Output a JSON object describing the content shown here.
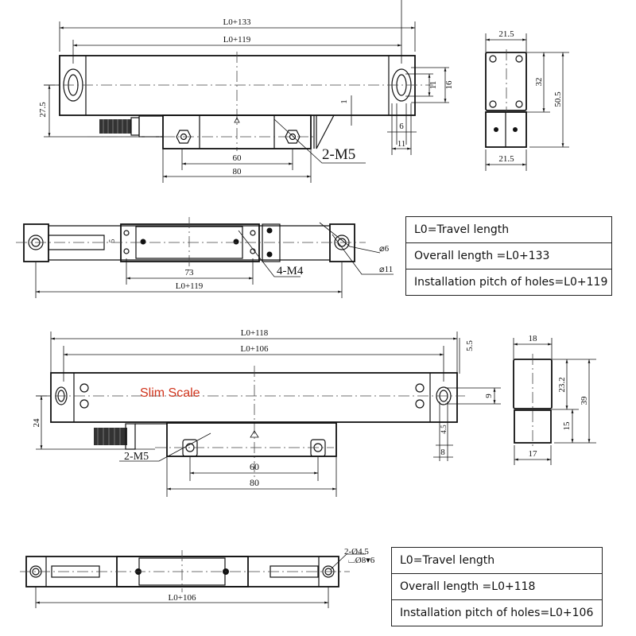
{
  "view1": {
    "overall_length": "L0+133",
    "pitch": "L0+119",
    "height_offset": "27.5",
    "gap": "1",
    "slot_inner": "11",
    "slot_outer": "16",
    "slot_width_inner": "6",
    "slot_width_outer": "11",
    "reader_hole_pitch": "60",
    "reader_length": "80",
    "screw_callout": "2-M5"
  },
  "view1_side": {
    "top_width": "21.5",
    "bottom_width": "21.5",
    "body_height": "32",
    "total_height": "50.5"
  },
  "view2": {
    "hole_pitch": "73",
    "pitch": "L0+119",
    "screw_callout": "4-M4",
    "dia_small": "⌀6",
    "dia_large": "⌀11",
    "small_dim": "5"
  },
  "legend1": {
    "rows": [
      "L0=Travel length",
      "Overall length =L0+133",
      "Installation pitch of holes=L0+119"
    ]
  },
  "view3": {
    "overall_length": "L0+118",
    "pitch": "L0+106",
    "top_offset": "5.5",
    "height_offset": "24",
    "slot_height": "9",
    "slot_small": "4.5",
    "slot_width": "8",
    "reader_hole_pitch": "60",
    "reader_length": "80",
    "screw_callout": "2-M5",
    "product_label": "Slim Scale",
    "label_color": "#d0341c"
  },
  "view3_side": {
    "top_width": "18",
    "bottom_width": "17",
    "upper_height": "23.2",
    "lower_height": "15",
    "total_height": "39"
  },
  "view4": {
    "pitch": "L0+106",
    "hole_callout_1": "2-Ø4.5",
    "hole_callout_2": "⌴Ø8▾6"
  },
  "legend2": {
    "rows": [
      "L0=Travel length",
      "Overall length =L0+118",
      "Installation pitch of holes=L0+106"
    ]
  }
}
